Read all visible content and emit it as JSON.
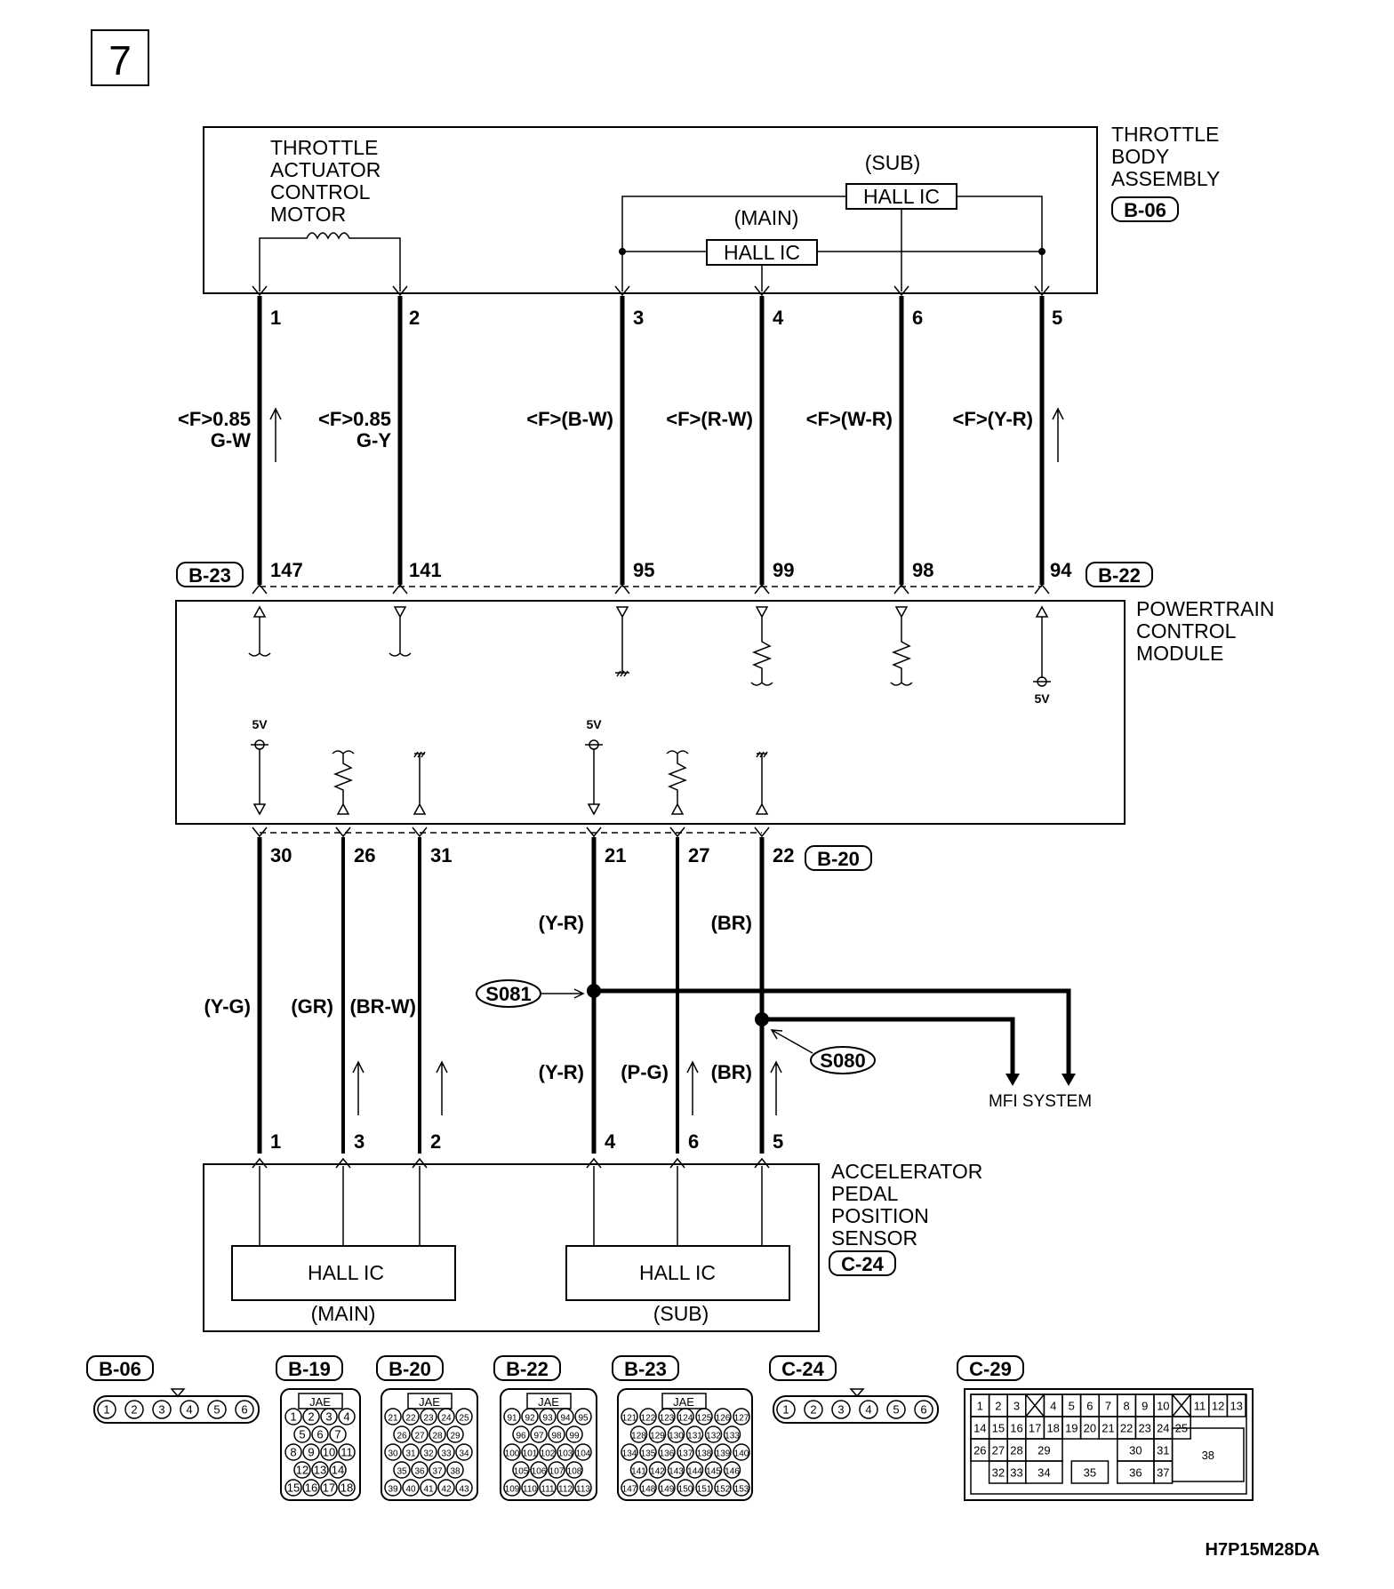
{
  "page": {
    "number": "7",
    "diagram_code": "H7P15M28DA",
    "mfi_label": "MFI SYSTEM"
  },
  "throttle_body": {
    "name_lines": [
      "THROTTLE",
      "BODY",
      "ASSEMBLY"
    ],
    "connector": "B-06",
    "motor_lines": [
      "THROTTLE",
      "ACTUATOR",
      "CONTROL",
      "MOTOR"
    ],
    "main_hall": {
      "tag": "(MAIN)",
      "label": "HALL IC"
    },
    "sub_hall": {
      "tag": "(SUB)",
      "label": "HALL IC"
    },
    "pins": [
      "1",
      "2",
      "3",
      "4",
      "6",
      "5"
    ]
  },
  "upper_wires": [
    {
      "label1": "<F>0.85",
      "label2": "G-W"
    },
    {
      "label1": "<F>0.85",
      "label2": "G-Y"
    },
    {
      "label1": "<F>(B-W)",
      "label2": ""
    },
    {
      "label1": "<F>(R-W)",
      "label2": ""
    },
    {
      "label1": "<F>(W-R)",
      "label2": ""
    },
    {
      "label1": "<F>(Y-R)",
      "label2": ""
    }
  ],
  "pcm": {
    "name_lines": [
      "POWERTRAIN",
      "CONTROL",
      "MODULE"
    ],
    "upper_pins": [
      "147",
      "141",
      "95",
      "99",
      "98",
      "94"
    ],
    "upper_conn_left": "B-23",
    "upper_conn_right": "B-22",
    "lower_pins": [
      "30",
      "26",
      "31",
      "21",
      "27",
      "22"
    ],
    "lower_conn": "B-20",
    "supply_5v": "5V"
  },
  "lower_wires": {
    "left_labels": [
      "(Y-G)",
      "(GR)",
      "(BR-W)"
    ],
    "pin21_top": "(Y-R)",
    "pin21_bottom": "(Y-R)",
    "pin27": "(P-G)",
    "pin22_top": "(BR)",
    "pin22_bottom": "(BR)",
    "splice_a": "S081",
    "splice_b": "S080"
  },
  "app_sensor": {
    "name_lines": [
      "ACCELERATOR",
      "PEDAL",
      "POSITION",
      "SENSOR"
    ],
    "connector": "C-24",
    "pins": [
      "1",
      "3",
      "2",
      "4",
      "6",
      "5"
    ],
    "main_hall": {
      "label": "HALL IC",
      "tag": "(MAIN)"
    },
    "sub_hall": {
      "label": "HALL IC",
      "tag": "(SUB)"
    }
  },
  "connector_views": [
    {
      "id": "B-06",
      "maker": "",
      "rows": [
        [
          "1",
          "2",
          "3",
          "4",
          "5",
          "6"
        ]
      ]
    },
    {
      "id": "B-19",
      "maker": "JAE",
      "rows": [
        [
          "1",
          "2",
          "3",
          "4"
        ],
        [
          "5",
          "6",
          "7"
        ],
        [
          "8",
          "9",
          "10",
          "11"
        ],
        [
          "12",
          "13",
          "14"
        ],
        [
          "15",
          "16",
          "17",
          "18"
        ]
      ]
    },
    {
      "id": "B-20",
      "maker": "JAE",
      "rows": [
        [
          "21",
          "22",
          "23",
          "24",
          "25"
        ],
        [
          "26",
          "27",
          "28",
          "29"
        ],
        [
          "30",
          "31",
          "32",
          "33",
          "34"
        ],
        [
          "35",
          "36",
          "37",
          "38"
        ],
        [
          "39",
          "40",
          "41",
          "42",
          "43"
        ]
      ]
    },
    {
      "id": "B-22",
      "maker": "JAE",
      "rows": [
        [
          "91",
          "92",
          "93",
          "94",
          "95"
        ],
        [
          "96",
          "97",
          "98",
          "99"
        ],
        [
          "100",
          "101",
          "102",
          "103",
          "104"
        ],
        [
          "105",
          "106",
          "107",
          "108"
        ],
        [
          "109",
          "110",
          "111",
          "112",
          "113"
        ]
      ]
    },
    {
      "id": "B-23",
      "maker": "JAE",
      "rows": [
        [
          "121",
          "122",
          "123",
          "124",
          "125",
          "126",
          "127"
        ],
        [
          "128",
          "129",
          "130",
          "131",
          "132",
          "133"
        ],
        [
          "134",
          "135",
          "136",
          "137",
          "138",
          "139",
          "140"
        ],
        [
          "141",
          "142",
          "143",
          "144",
          "145",
          "146"
        ],
        [
          "147",
          "148",
          "149",
          "150",
          "151",
          "152",
          "153"
        ]
      ]
    },
    {
      "id": "C-24",
      "maker": "",
      "rows": [
        [
          "1",
          "2",
          "3",
          "4",
          "5",
          "6"
        ]
      ]
    },
    {
      "id": "C-29",
      "maker": "",
      "rows": [
        [
          "1",
          "2",
          "3",
          "",
          "4",
          "5",
          "6",
          "7",
          "8",
          "9",
          "10",
          "",
          "11",
          "12",
          "13"
        ],
        [
          "14",
          "15",
          "16",
          "17",
          "18",
          "19",
          "20",
          "21",
          "22",
          "23",
          "24",
          "25"
        ],
        [
          "26",
          "27",
          "28",
          "29",
          "30",
          "31",
          "38"
        ],
        [
          "32",
          "33",
          "34",
          "35",
          "36",
          "37"
        ]
      ]
    }
  ]
}
